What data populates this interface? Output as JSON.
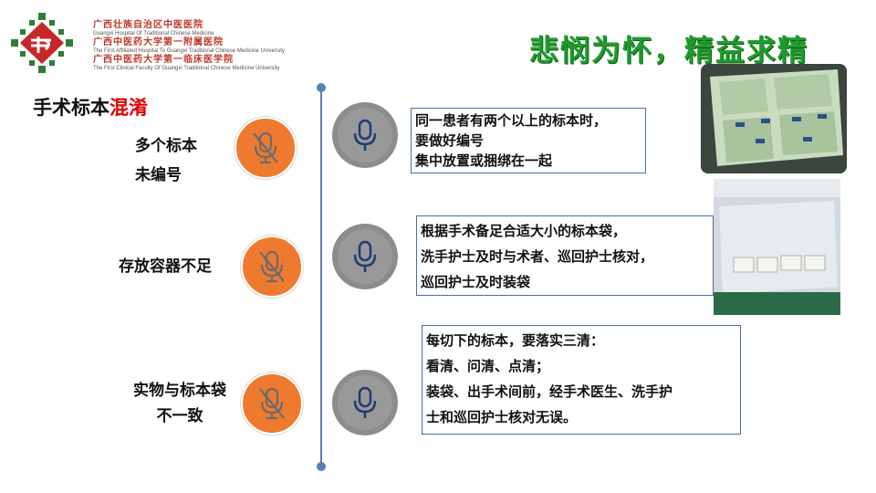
{
  "logo": {
    "line1": "广西壮族自治区中医医院",
    "line1_en": "Guangxi Hospital Of Traditional Chinese Medicine",
    "line2": "广西中医药大学第一附属医院",
    "line2_en": "The First Affiliated Hospital To Guangxi Traditional Chinese Medicine University",
    "line3": "广西中医药大学第一临床医学院",
    "line3_en": "The First Clinical Faculty Of Guangxi Traditional Chinese Medicine University",
    "icon": "hospital-logo-icon"
  },
  "motto": "悲悯为怀，精益求精",
  "title": {
    "main": "手术标本",
    "highlight": "混淆"
  },
  "rows": [
    {
      "label_lines": [
        "多个标本",
        "未编号"
      ],
      "icon_left": "mic-muted-icon",
      "icon_right": "mic-icon",
      "text_lines": [
        "同一患者有两个以上的标本时，",
        "要做好编号",
        "集中放置或捆绑在一起"
      ]
    },
    {
      "label_lines": [
        "存放容器不足"
      ],
      "icon_left": "mic-muted-icon",
      "icon_right": "mic-icon",
      "text_lines": [
        "根据手术备足合适大小的标本袋，",
        "洗手护士及时与术者、巡回护士核对，",
        "巡回护士及时装袋"
      ]
    },
    {
      "label_lines": [
        "实物与标本袋",
        "不一致"
      ],
      "icon_left": "mic-muted-icon",
      "icon_right": "mic-icon",
      "text_lines": [
        "每切下的标本，要落实三清：",
        "看清、问清、点清；",
        "装袋、出手术间前，经手术医生、洗手护",
        "士和巡回护士核对无误。"
      ]
    }
  ],
  "colors": {
    "orange": "#ee7a30",
    "grey": "#8c8c8c",
    "highlight": "#e00000",
    "motto": "#1e9b2b",
    "timeline": "#5a7fb5"
  }
}
